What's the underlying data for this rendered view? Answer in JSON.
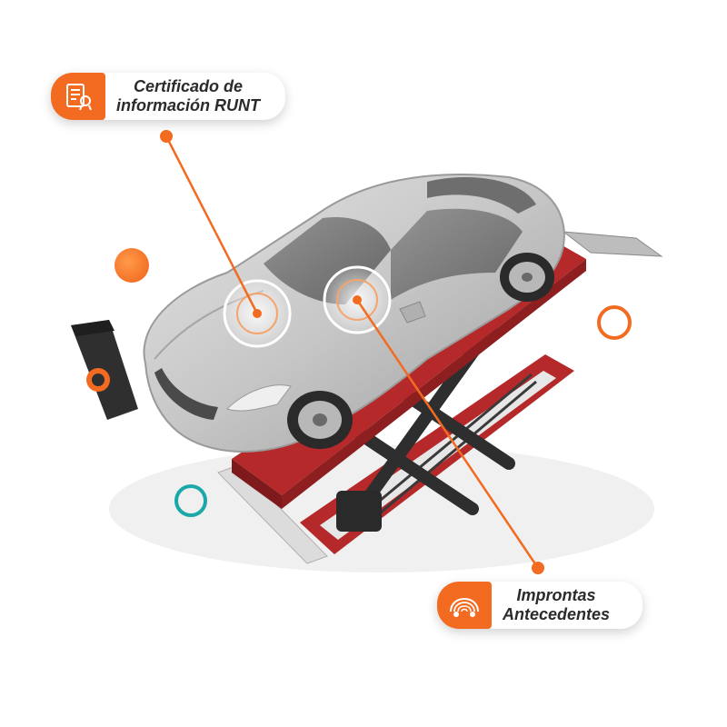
{
  "callouts": {
    "runt": {
      "line1": "Certificado de",
      "line2": "información RUNT",
      "icon": "certificate-icon"
    },
    "improntas": {
      "line1": "Improntas",
      "line2": "Antecedentes",
      "icon": "fingerprint-car-icon"
    }
  },
  "colors": {
    "accent": "#f26b21",
    "teal": "#1ba8a8",
    "lift_red": "#b5292a",
    "car_silver": "#c9c9c9"
  }
}
